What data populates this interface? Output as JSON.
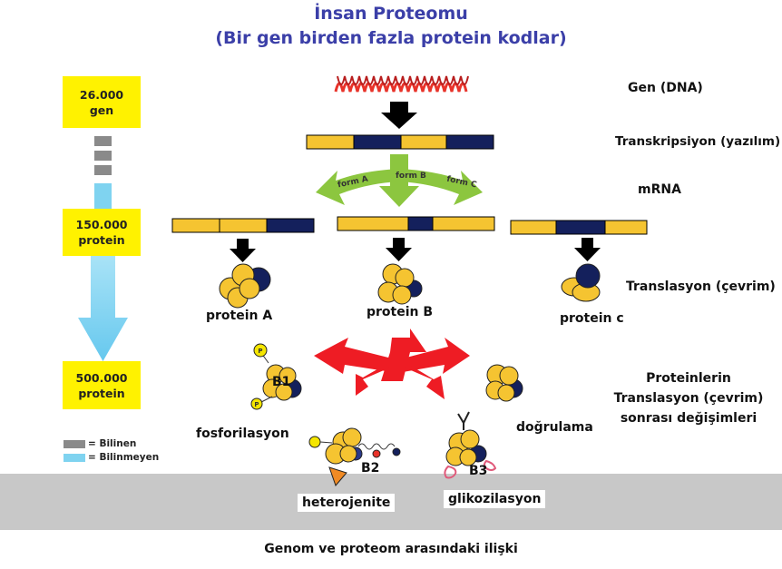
{
  "header": {
    "title_line1": "İnsan Proteomu",
    "title_line2": "(Bir gen birden fazla protein kodlar)"
  },
  "left_scale": {
    "box_gene": {
      "value": "26.000",
      "unit": "gen"
    },
    "box_protein1": {
      "value": "150.000",
      "unit": "protein"
    },
    "box_protein2": {
      "value": "500.000",
      "unit": "protein"
    }
  },
  "legend": {
    "known": "= Bilinen",
    "unknown": "= Bilinmeyen",
    "known_color": "#8a8a8a",
    "unknown_color": "#7fd3f0"
  },
  "steps": {
    "gene": "Gen (DNA)",
    "transcription": "Transkripsiyon (yazılım)",
    "mrna": "mRNA",
    "translation": "Translasyon (çevrim)",
    "post_line1": "Proteinlerin",
    "post_line2": "Translasyon (çevrim)",
    "post_line3": "sonrası değişimleri"
  },
  "forms": {
    "a": "form A",
    "b": "form B",
    "c": "form C"
  },
  "proteins": {
    "a": "protein A",
    "b": "protein B",
    "c": "protein c"
  },
  "modifications": {
    "b1": "B1",
    "b2": "B2",
    "b3": "B3",
    "phosphorylation": "fosforilasyon",
    "folding": "doğrulama",
    "heterogeneity": "heterojenite",
    "glycosylation": "glikozilasyon",
    "p_mark": "P"
  },
  "caption": "Genom ve proteom arasındaki ilişki",
  "colors": {
    "title": "#3b3fa8",
    "exon": "#f5c431",
    "intron": "#14205c",
    "green_arrow": "#8cc63f",
    "red_arrow": "#ee1c24",
    "dna": "#e8332a",
    "band": "#c8c8c8"
  }
}
